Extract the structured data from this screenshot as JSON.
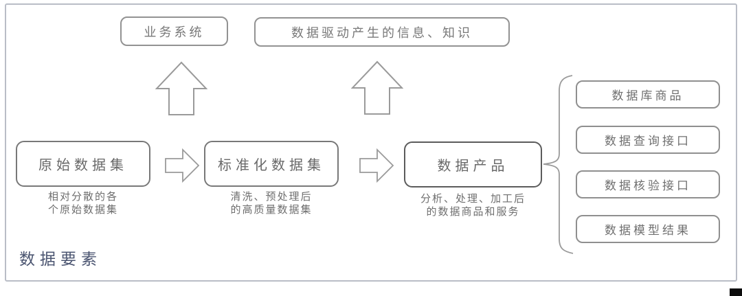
{
  "diagram": {
    "title": "数据要素",
    "top_boxes": [
      {
        "label": "业务系统"
      },
      {
        "label": "数据驱动产生的信息、知识"
      }
    ],
    "flow": [
      {
        "label": "原始数据集",
        "note": "相对分散的各\n个原始数据集"
      },
      {
        "label": "标准化数据集",
        "note": "清洗、预处理后\n的高质量数据集"
      },
      {
        "label": "数据产品",
        "note": "分析、处理、加工后\n的数据商品和服务"
      }
    ],
    "outputs": [
      {
        "label": "数据库商品"
      },
      {
        "label": "数据查询接口"
      },
      {
        "label": "数据核验接口"
      },
      {
        "label": "数据模型结果"
      }
    ],
    "colors": {
      "box_outline": "#8f8f8f",
      "dark_box_outline": "#5b5b5b",
      "arrow_outline": "#9a9a9a",
      "frame_border": "#b9bdc6",
      "title_navy": "#4a5470",
      "text_gray": "#6e6e6e"
    }
  }
}
